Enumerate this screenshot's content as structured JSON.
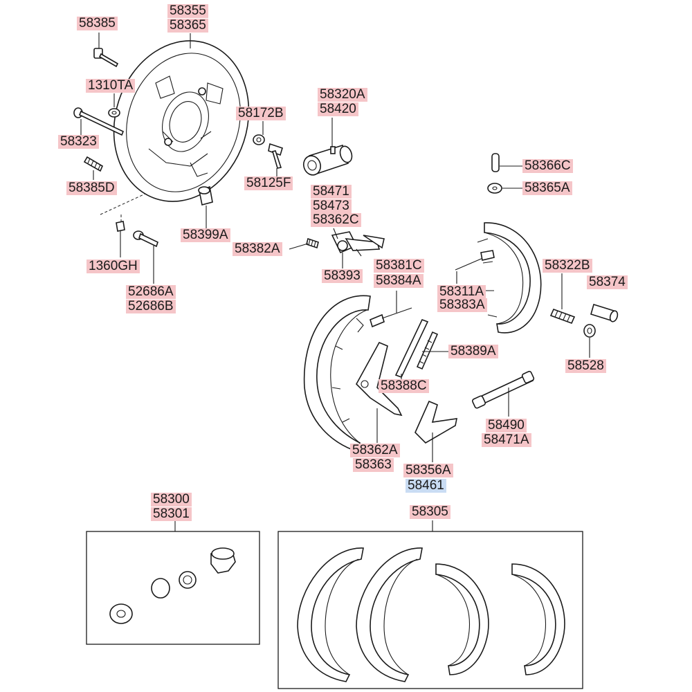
{
  "callouts": {
    "c58385": "58385",
    "c58355": "58355",
    "c58365": "58365",
    "c1310TA": "1310TA",
    "c58323": "58323",
    "c58385D": "58385D",
    "c58172B": "58172B",
    "c58125F": "58125F",
    "c58320A": "58320A",
    "c58420": "58420",
    "c58366C": "58366C",
    "c58365A": "58365A",
    "c58471": "58471",
    "c58473": "58473",
    "c58362C": "58362C",
    "c58399A": "58399A",
    "c58382A": "58382A",
    "c58393": "58393",
    "c1360GH": "1360GH",
    "c52686A": "52686A",
    "c52686B": "52686B",
    "c58381C": "58381C",
    "c58384A": "58384A",
    "c58311A": "58311A",
    "c58383A": "58383A",
    "c58322B": "58322B",
    "c58374": "58374",
    "c58389A": "58389A",
    "c58388C": "58388C",
    "c58528": "58528",
    "c58490": "58490",
    "c58471A": "58471A",
    "c58362A": "58362A",
    "c58363": "58363",
    "c58356A": "58356A",
    "c58461": "58461",
    "c58300": "58300",
    "c58301": "58301",
    "c58305": "58305"
  },
  "colors": {
    "callout_bg": "#f5c5c8",
    "callout_highlight_bg": "#c9dcf3",
    "line": "#1a1a1a"
  }
}
